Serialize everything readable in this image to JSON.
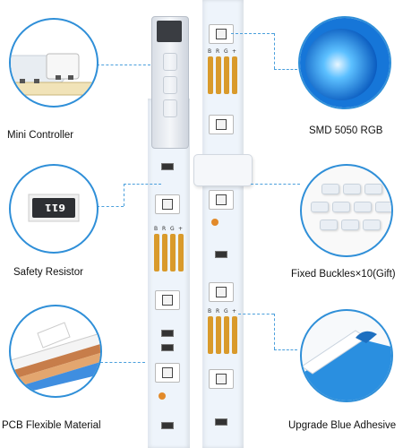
{
  "features": {
    "mini_controller": "Mini Controller",
    "safety_resistor": "Safety Resistor",
    "pcb_material": "PCB Flexible Material",
    "smd_rgb": "SMD 5050 RGB",
    "fixed_buckles": "Fixed Buckles×10(Gift)",
    "blue_adhesive": "Upgrade Blue Adhesive"
  },
  "resistor_code": "611",
  "pad_labels": [
    "B",
    "R",
    "G",
    "+"
  ],
  "colors": {
    "accent": "#2f8fd8",
    "pad": "#d99a2b",
    "led_blue": "#1e8cf0",
    "adhesive_blue": "#2a8fe0"
  }
}
